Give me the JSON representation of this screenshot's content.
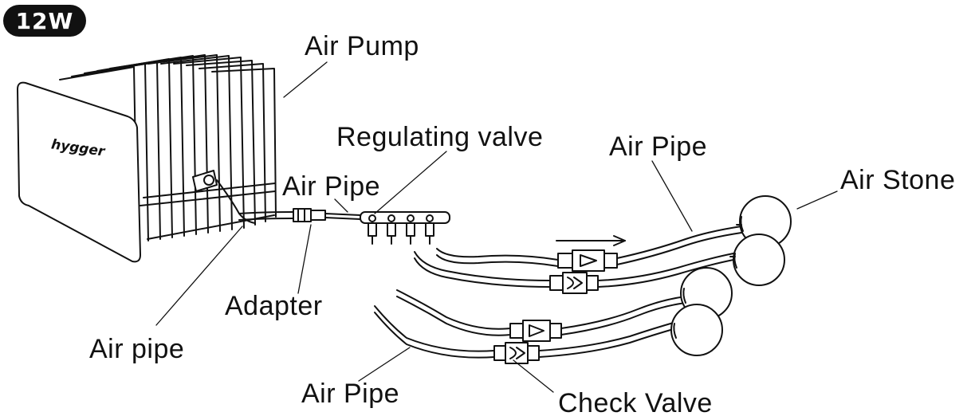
{
  "badge": "12W",
  "logo": "hygger",
  "labels": {
    "air_pump": "Air Pump",
    "regulating_valve": "Regulating valve",
    "air_pipe_top": "Air Pipe",
    "air_pipe_mid": "Air Pipe",
    "air_stone": "Air Stone",
    "adapter": "Adapter",
    "air_pipe_lower": "Air pipe",
    "air_pipe_bottom": "Air Pipe",
    "check_valve": "Check Valve"
  },
  "icons": [
    "air-pump-icon",
    "regulating-valve-icon",
    "air-stone-icon",
    "check-valve-icon",
    "flow-arrow-icon"
  ]
}
